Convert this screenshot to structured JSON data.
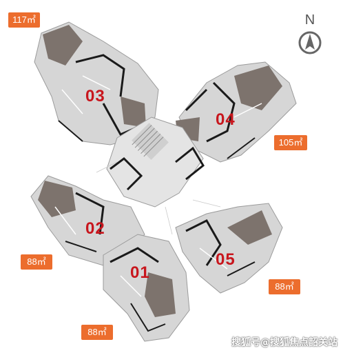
{
  "compass": {
    "letter": "N",
    "icon": "north-arrow-icon"
  },
  "areas": {
    "a117": "117㎡",
    "a105": "105㎡",
    "a88_left": "88㎡",
    "a88_bottom": "88㎡",
    "a88_right": "88㎡"
  },
  "units": {
    "u01": "01",
    "u02": "02",
    "u03": "03",
    "u04": "04",
    "u05": "05"
  },
  "watermark": "搜狐号@搜狐焦点韶关站",
  "colors": {
    "badge": "#ec6d2d",
    "unit_number": "#c8161d",
    "floor": "#d6d6d6",
    "dark_room": "#7d736d",
    "wall": "#1a1a1a",
    "core": "#e4e4e4"
  }
}
